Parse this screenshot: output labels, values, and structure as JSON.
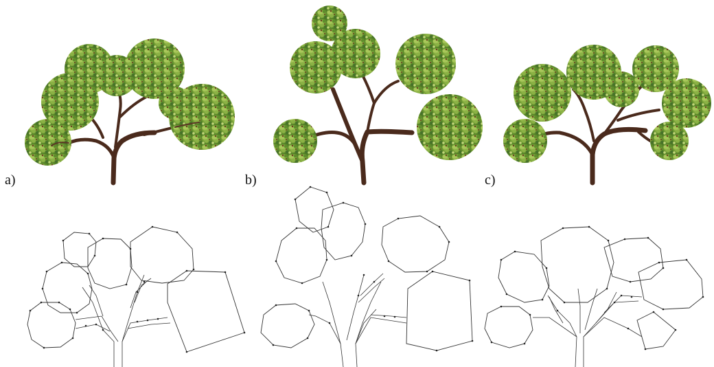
{
  "figure": {
    "panels": [
      {
        "label": "a)"
      },
      {
        "label": "b)"
      },
      {
        "label": "c)"
      }
    ]
  },
  "colors": {
    "foliage_light": "#9bbf4a",
    "foliage_mid": "#6f9a33",
    "foliage_dark": "#3f6a1e",
    "bark": "#4a2a1c",
    "outline": "#333333"
  }
}
